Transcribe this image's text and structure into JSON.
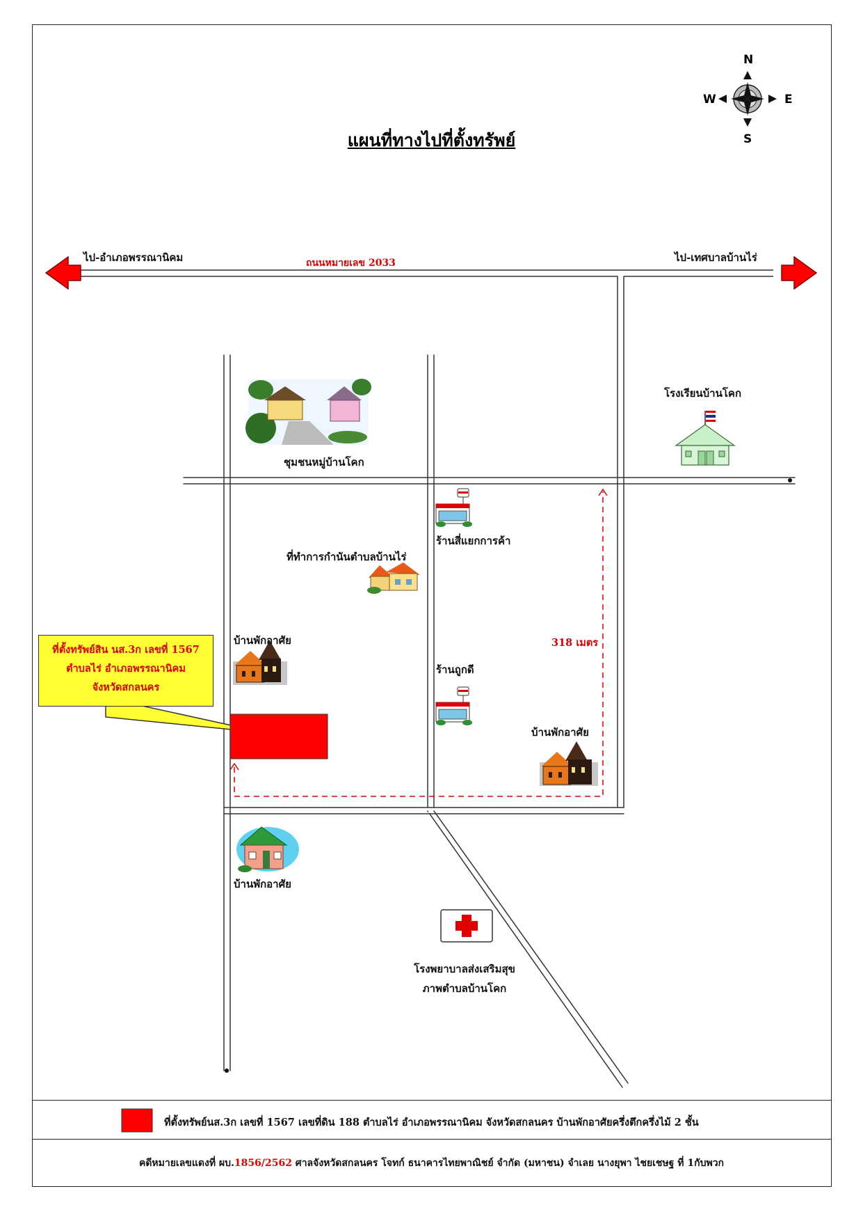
{
  "title": "แผนที่ทางไปที่ตั้งทรัพย์",
  "compass": {
    "n": "N",
    "s": "S",
    "e": "E",
    "w": "W"
  },
  "road": {
    "left_destination": "ไป-อำเภอพรรณานิคม",
    "name": "ถนนหมายเลข 2033",
    "right_destination": "ไป-เทศบาลบ้านไร่"
  },
  "landmarks": {
    "village": "ชุมชนหมู่บ้านโคก",
    "school": "โรงเรียนบ้านโคก",
    "kamnan_office": "ที่ทำการกำนันตำบลบ้านไร่",
    "shop1": "ร้านสี่แยกการค้า",
    "shop2": "ร้านถูกดี",
    "house_west": "บ้านพักอาศัย",
    "house_east": "บ้านพักอาศัย",
    "house_south": "บ้านพักอาศัย",
    "hospital_line1": "โรงพยาบาลส่งเสริมสุข",
    "hospital_line2": "ภาพตำบลบ้านโคก"
  },
  "distance": "318 เมตร",
  "callout": {
    "line1": "ที่ตั้งทรัพย์สิน นส.3ก เลขที่ 1567",
    "line2": "ตำบลไร่ อำเภอพรรณานิคม",
    "line3": "จังหวัดสกลนคร"
  },
  "legend_text": "ที่ตั้งทรัพย์นส.3ก เลขที่ 1567 เลขที่ดิน 188 ตำบลไร่ อำเภอพรรณานิคม จังหวัดสกลนคร บ้านพักอาศัยครึ่งตึกครึ่งไม้ 2 ชั้น",
  "case": {
    "prefix": "คดีหมายเลขแดงที่ ผบ.",
    "number": "1856/2562",
    "suffix": " ศาลจังหวัดสกลนคร โจทก์ ธนาคารไทยพาณิชย์ จำกัด (มหาชน) จำเลย นางยุพา ไชยเชษฐ ที่ 1กับพวก"
  },
  "colors": {
    "property": "#ff0000",
    "callout_bg": "#ffff33",
    "route": "#e00000",
    "road_label": "#e00000"
  }
}
